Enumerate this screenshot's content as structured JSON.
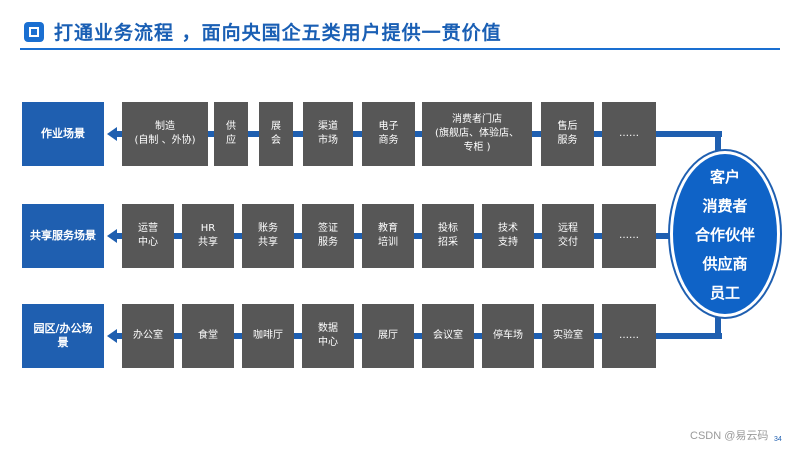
{
  "title": "打通业务流程 ，面向央国企五类用户提供一贯价值",
  "rows": [
    {
      "category": "作业场景",
      "items": [
        "制造\n(自制 、外协)",
        "供\n应",
        "展\n会",
        "渠道\n市场",
        "电子\n商务",
        "消费者门店\n(旗舰店、体验店、\n专柜 )",
        "售后\n服务",
        "……"
      ]
    },
    {
      "category": "共享服务场景",
      "items": [
        "运营\n中心",
        "HR\n共享",
        "账务\n共享",
        "签证\n服务",
        "教育\n培训",
        "投标\n招采",
        "技术\n支持",
        "远程\n交付",
        "……"
      ]
    },
    {
      "category": "园区/办公场景",
      "items": [
        "办公室",
        "食堂",
        "咖啡厅",
        "数据\n中心",
        "展厅",
        "会议室",
        "停车场",
        "实验室",
        "……"
      ]
    }
  ],
  "users": [
    "客户",
    "消费者",
    "合作伙伴",
    "供应商",
    "员工"
  ],
  "footer": "CSDN @易云码",
  "page_number": "34",
  "colors": {
    "primary_blue": "#1f5fb0",
    "box_gray": "#575757",
    "oval_blue": "#0f63c7"
  }
}
